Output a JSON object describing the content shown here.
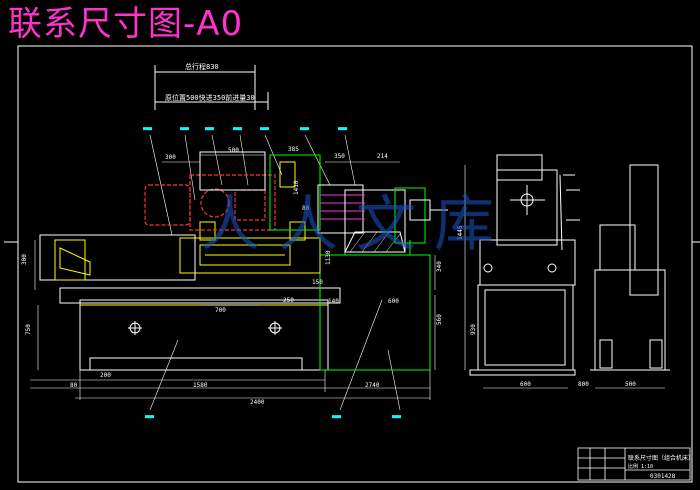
{
  "title": "联系尺寸图-A0",
  "dims": {
    "total_stroke": "总行程830",
    "first_stroke": "原位置500快进350前进量30",
    "d300": "300",
    "d500": "500",
    "d385": "385",
    "d350": "350",
    "d214": "214",
    "d80_mid": "80",
    "d1410": "1410",
    "d1130": "1130",
    "d300_left": "300",
    "d750": "750",
    "d700": "700",
    "d250": "250",
    "d200": "200",
    "d140": "140",
    "d600": "600",
    "d340": "340",
    "d560": "560",
    "d150": "150",
    "d80": "80",
    "d1580": "1580",
    "d2740": "2740",
    "d2400": "2400",
    "d1445": "1445",
    "d930": "930",
    "d800": "800",
    "d500_r": "500",
    "d600_r": "600"
  },
  "title_block": {
    "name": "联系尺寸图（组合机床）",
    "drawing_no": "0301428",
    "scale": "比例 1:10"
  },
  "watermark": "人人文库"
}
